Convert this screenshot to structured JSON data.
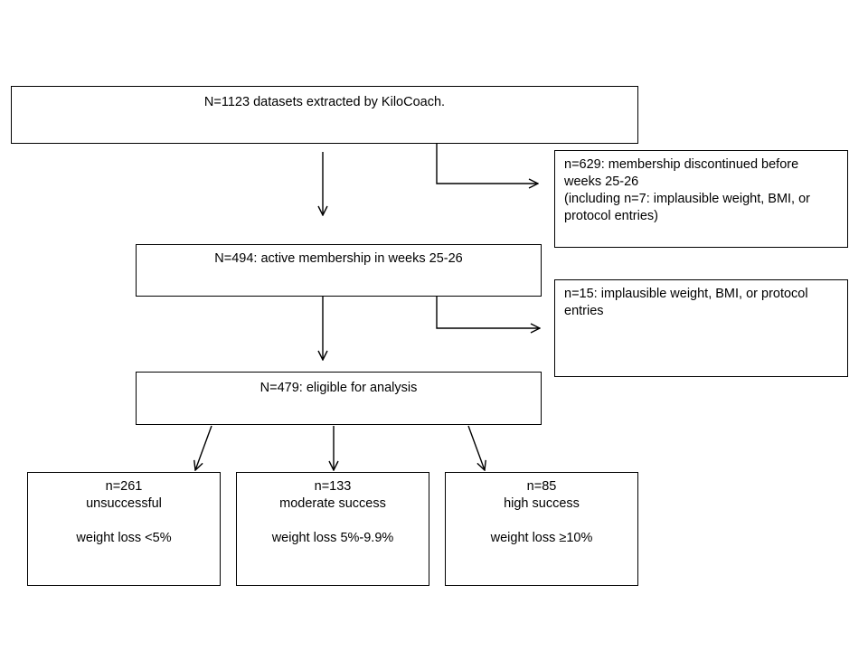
{
  "boxes": {
    "extracted": {
      "lines": [
        "N=1123 datasets extracted by KiloCoach."
      ]
    },
    "discontinued": {
      "lines": [
        "n=629: membership discontinued before",
        "weeks 25-26",
        "(including n=7: implausible weight, BMI, or",
        "protocol entries)"
      ]
    },
    "active": {
      "lines": [
        "N=494: active membership in weeks 25-26"
      ]
    },
    "implausible": {
      "lines": [
        "n=15: implausible weight, BMI, or protocol",
        "entries"
      ]
    },
    "eligible": {
      "lines": [
        "N=479: eligible for analysis"
      ]
    },
    "unsuccessful": {
      "lines": [
        "n=261",
        "unsuccessful",
        "",
        "weight loss <5%"
      ]
    },
    "moderate": {
      "lines": [
        "n=133",
        "moderate success",
        "",
        "weight loss 5%-9.9%"
      ]
    },
    "high": {
      "lines": [
        "n=85",
        "high success",
        "",
        "weight loss ≥10%"
      ]
    }
  }
}
